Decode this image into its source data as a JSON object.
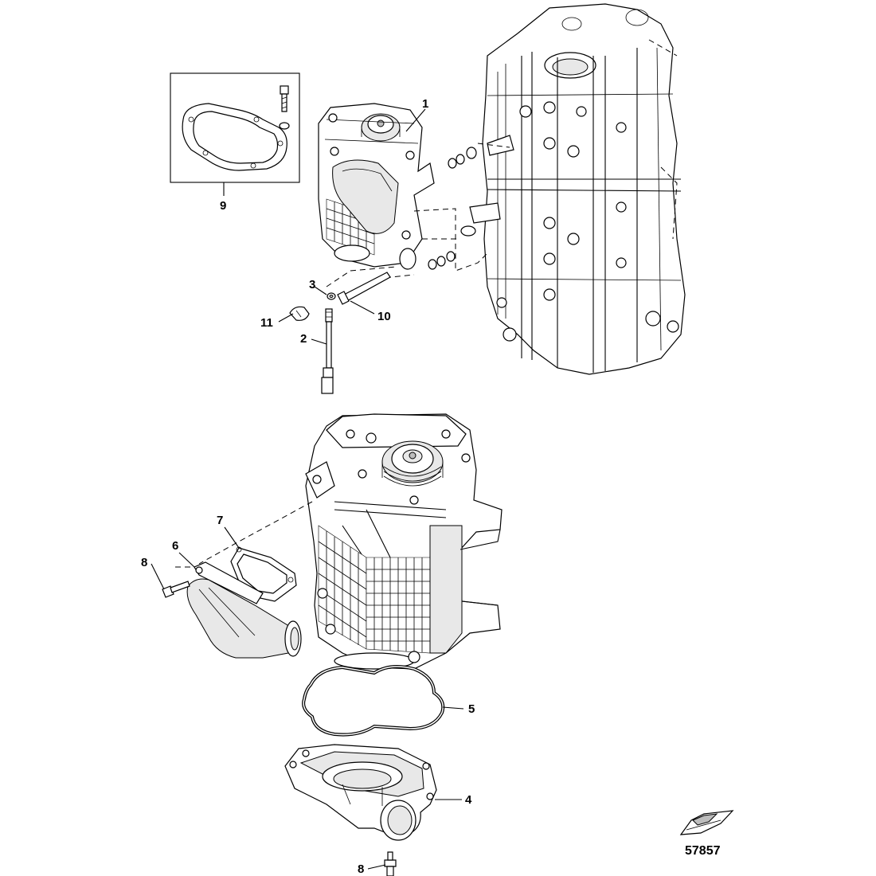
{
  "diagram": {
    "figure_id": "57857",
    "callouts": [
      {
        "id": "c1",
        "label": "1"
      },
      {
        "id": "c2",
        "label": "2"
      },
      {
        "id": "c3",
        "label": "3"
      },
      {
        "id": "c4",
        "label": "4"
      },
      {
        "id": "c5",
        "label": "5"
      },
      {
        "id": "c6",
        "label": "6"
      },
      {
        "id": "c7",
        "label": "7"
      },
      {
        "id": "c8a",
        "label": "8"
      },
      {
        "id": "c8b",
        "label": "8"
      },
      {
        "id": "c9",
        "label": "9"
      },
      {
        "id": "c10",
        "label": "10"
      },
      {
        "id": "c11",
        "label": "11"
      }
    ],
    "parts": [
      "engine-block",
      "supercharger-assembly-small",
      "supercharger-assembly-large",
      "gasket-kit-box",
      "sensor",
      "washer",
      "bolt",
      "clip",
      "intake-duct",
      "duct-gasket",
      "o-ring-seal",
      "outlet-housing",
      "boat-logo"
    ]
  }
}
